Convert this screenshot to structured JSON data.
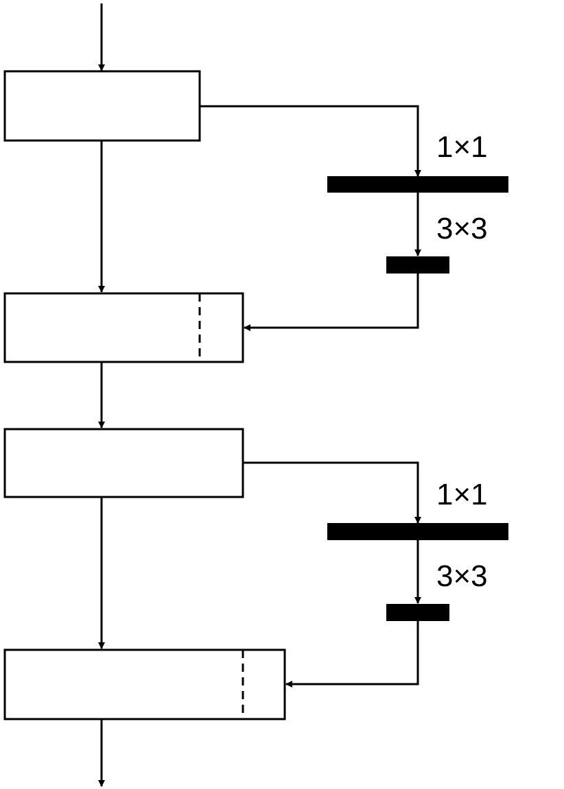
{
  "branches": [
    {
      "conv_a_label": "1×1",
      "conv_b_label": "3×3"
    },
    {
      "conv_a_label": "1×1",
      "conv_b_label": "3×3"
    }
  ]
}
